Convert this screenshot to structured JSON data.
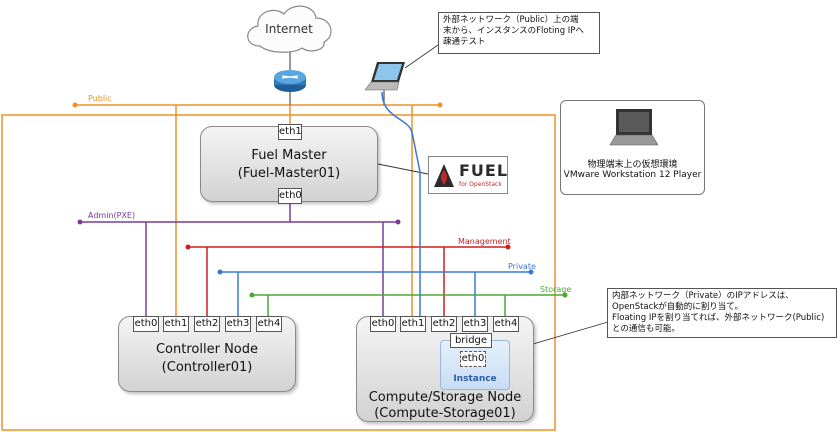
{
  "internet": {
    "label": "Internet"
  },
  "networks": {
    "public": "Public",
    "admin": "Admin(PXE)",
    "management": "Management",
    "private": "Private",
    "storage": "Storage"
  },
  "fuel_master": {
    "title_line1": "Fuel Master",
    "title_line2": "(Fuel-Master01)",
    "eth_top": "eth1",
    "eth_bottom": "eth0"
  },
  "fuel_logo": {
    "word": "FUEL",
    "sub": "for OpenStack"
  },
  "controller": {
    "title_line1": "Controller Node",
    "title_line2": "(Controller01)",
    "eths": [
      "eth0",
      "eth1",
      "eth2",
      "eth3",
      "eth4"
    ]
  },
  "compute": {
    "title_line1": "Compute/Storage Node",
    "title_line2": "(Compute-Storage01)",
    "eths": [
      "eth0",
      "eth1",
      "eth2",
      "eth3",
      "eth4"
    ],
    "bridge": "bridge",
    "instance_eth": "eth0",
    "instance": "Instance"
  },
  "callouts": {
    "top_line1": "外部ネットワーク（Public）上の端",
    "top_line2": "末から、インスタンスのFloting IPへ",
    "top_line3": "疎通テスト",
    "vm_line1": "物理端末上の仮想環境",
    "vm_line2": "VMware Workstation 12 Player",
    "bottom_line1": "内部ネットワーク（Private）のIPアドレスは、",
    "bottom_line2": "OpenStackが自動的に割り当て。",
    "bottom_line3": "Floating IPを割り当てれば、外部ネットワーク(Public)",
    "bottom_line4": "との通信も可能。"
  },
  "colors": {
    "public": "#f0902a",
    "admin": "#7a3c9a",
    "management": "#d01e1e",
    "private": "#3a78d4",
    "storage": "#4aa832",
    "router": "#3a86c8",
    "fuel_red": "#c0282a"
  }
}
